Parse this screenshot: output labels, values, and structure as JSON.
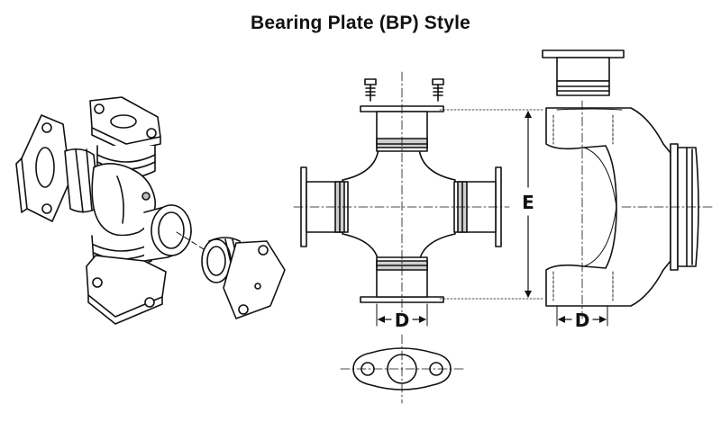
{
  "title": "Bearing Plate (BP) Style",
  "dimensions": {
    "cross_width": "D",
    "yoke_width": "D",
    "span": "E"
  },
  "colors": {
    "stroke": "#111111",
    "fill": "#ffffff",
    "shade": "#cfcfcf"
  }
}
